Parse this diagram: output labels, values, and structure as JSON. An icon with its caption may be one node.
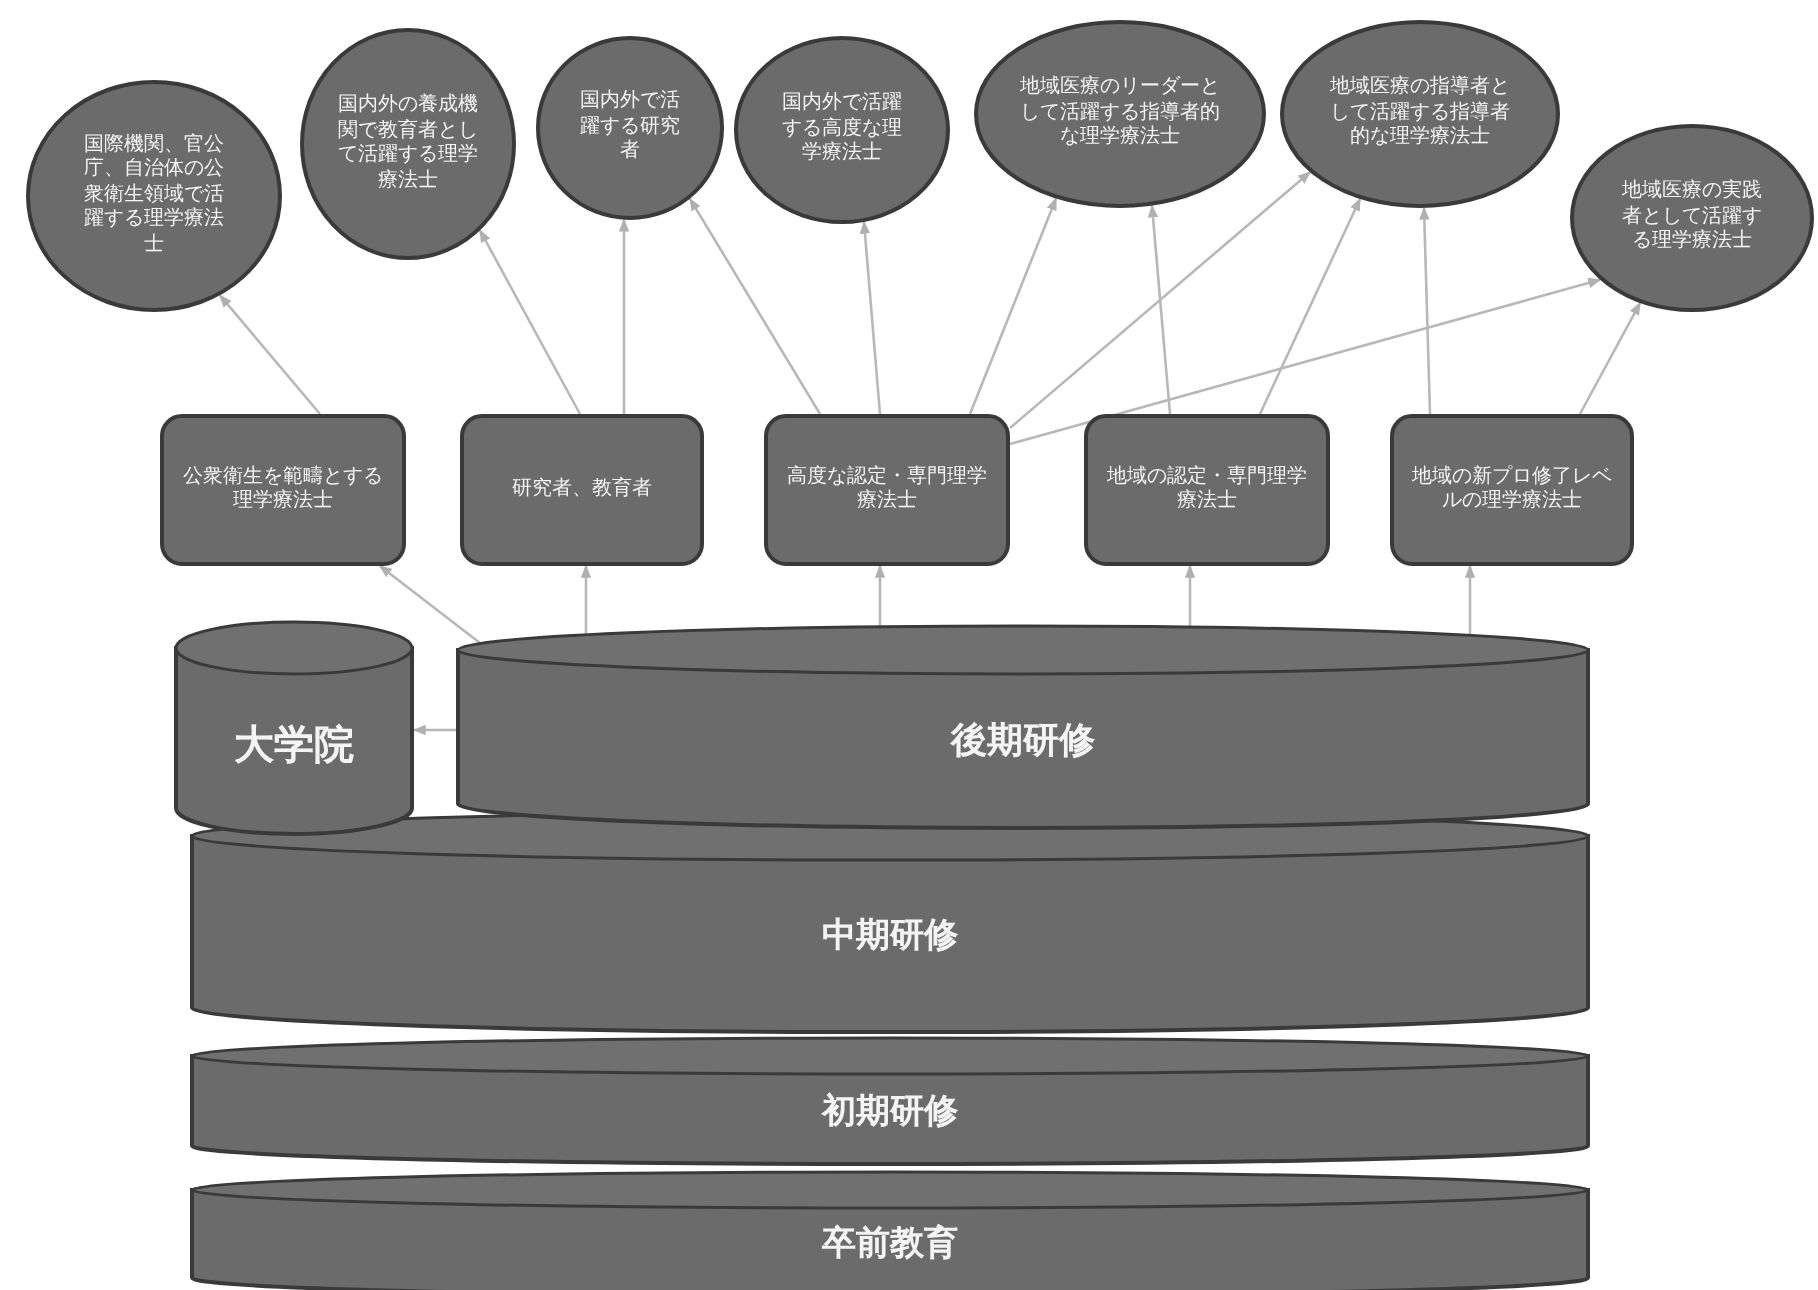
{
  "diagram": {
    "nodes": [
      {
        "text": [
          "国際機関、官公庁、自治体の公衆衛生領域で活躍する理学療法士"
        ]
      },
      {
        "text": [
          "国内外の養成機関で教育者として活躍する理学療法士"
        ]
      },
      {
        "text": [
          "国内外で活躍する研究者"
        ]
      },
      {
        "text": [
          "国内外で活躍する高度な理学療法士"
        ]
      },
      {
        "text": [
          "地域医療のリーダーとして活躍する指導者的な理学療法士"
        ]
      },
      {
        "text": [
          "地域医療の指導者として活躍する指導者的な理学療法士"
        ]
      },
      {
        "text": [
          "地域医療の実践者として活躍する理学療法士"
        ]
      },
      {
        "text": [
          "公衆衛生を範疇とする理学療法士"
        ]
      },
      {
        "text": [
          "研究者、教育者"
        ]
      },
      {
        "text": [
          "高度な認定・専門理学療法士"
        ]
      },
      {
        "text": [
          "地域の認定・専門理学療法士"
        ]
      },
      {
        "text": [
          "地域の新プロ修了レベルの理学療法士"
        ]
      },
      {
        "text": [
          "大学院"
        ]
      },
      {
        "text": [
          "後期研修"
        ]
      },
      {
        "text": [
          "中期研修"
        ]
      },
      {
        "text": [
          "初期研修"
        ]
      },
      {
        "text": [
          "卒前教育"
        ]
      }
    ],
    "edges": [
      {
        "from": 7,
        "to": 0,
        "arrow": "to"
      },
      {
        "from": 8,
        "to": 1,
        "arrow": "to"
      },
      {
        "from": 8,
        "to": 2,
        "arrow": "to"
      },
      {
        "from": 9,
        "to": 2,
        "arrow": "to"
      },
      {
        "from": 9,
        "to": 3,
        "arrow": "to"
      },
      {
        "from": 9,
        "to": 4,
        "arrow": "to"
      },
      {
        "from": 10,
        "to": 4,
        "arrow": "to"
      },
      {
        "from": 9,
        "to": 5,
        "arrow": "to"
      },
      {
        "from": 10,
        "to": 5,
        "arrow": "to"
      },
      {
        "from": 11,
        "to": 5,
        "arrow": "to"
      },
      {
        "from": 9,
        "to": 6,
        "arrow": "to"
      },
      {
        "from": 11,
        "to": 6,
        "arrow": "to"
      },
      {
        "from": 13,
        "to": 7,
        "arrow": "to"
      },
      {
        "from": 13,
        "to": 8,
        "arrow": "to"
      },
      {
        "from": 13,
        "to": 9,
        "arrow": "to"
      },
      {
        "from": 13,
        "to": 10,
        "arrow": "to"
      },
      {
        "from": 13,
        "to": 11,
        "arrow": "to"
      },
      {
        "from": 13,
        "to": 12,
        "arrow": "to"
      }
    ]
  }
}
